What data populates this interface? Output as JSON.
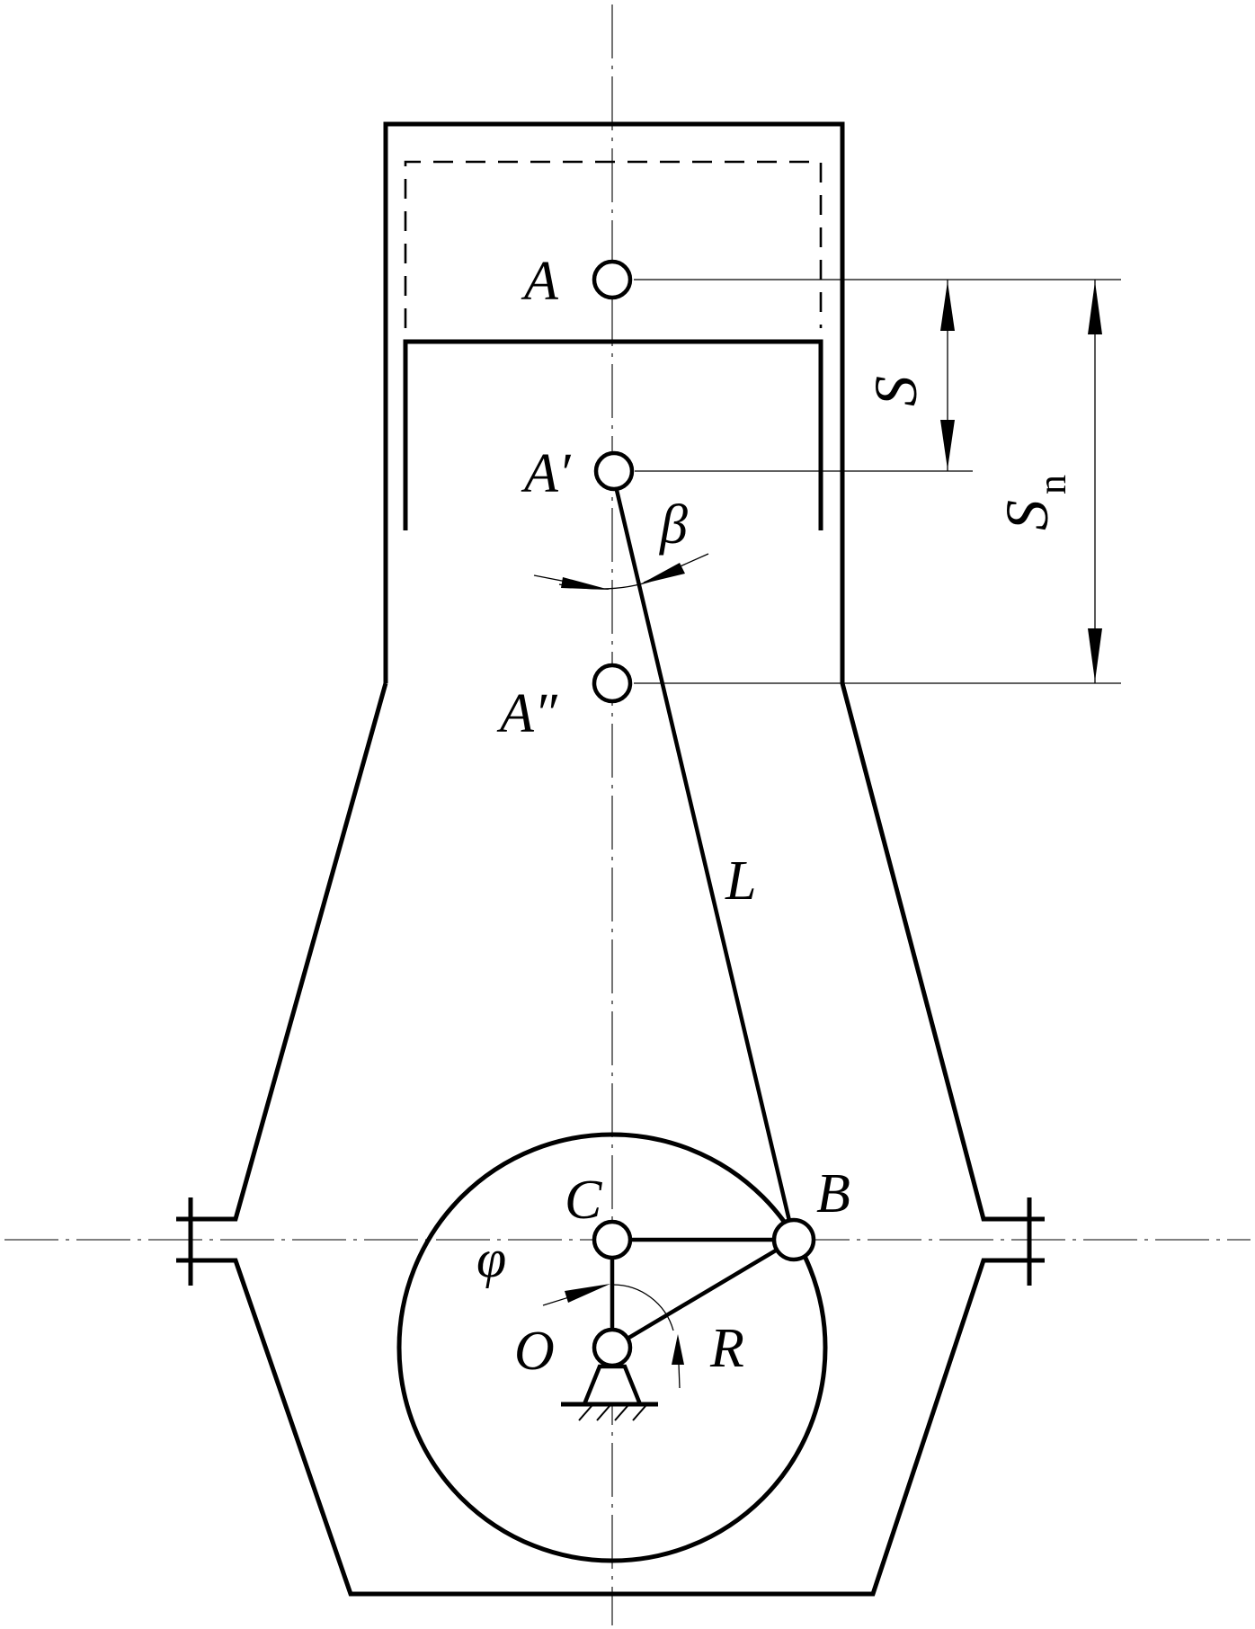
{
  "labels": {
    "A": "A",
    "A1": "A′",
    "A2": "A″",
    "beta": "β",
    "S": "S",
    "Sn_main": "S",
    "Sn_sub": "n",
    "L": "L",
    "B": "B",
    "C": "C",
    "phi": "φ",
    "O": "O",
    "R": "R"
  }
}
